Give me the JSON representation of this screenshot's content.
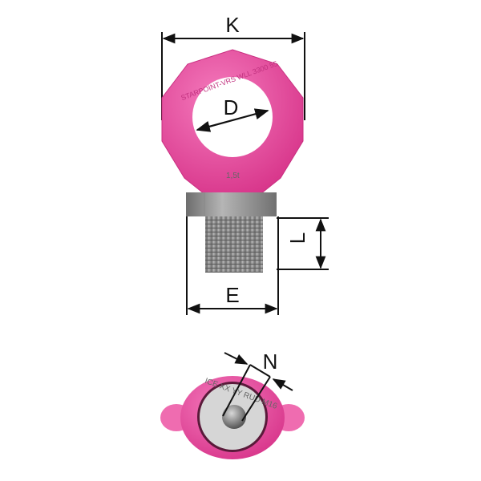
{
  "dimensions": {
    "K": "K",
    "D": "D",
    "L": "L",
    "E": "E",
    "N": "N"
  },
  "markings": {
    "ring_text": "STARPOINT-VRS WLL 3300 55",
    "load": "1,5t",
    "bottom_text": "ICE XX YY RUD M16"
  },
  "colors": {
    "pink": "#e8489c",
    "steel": "#9a9a9a",
    "line": "#111111"
  }
}
